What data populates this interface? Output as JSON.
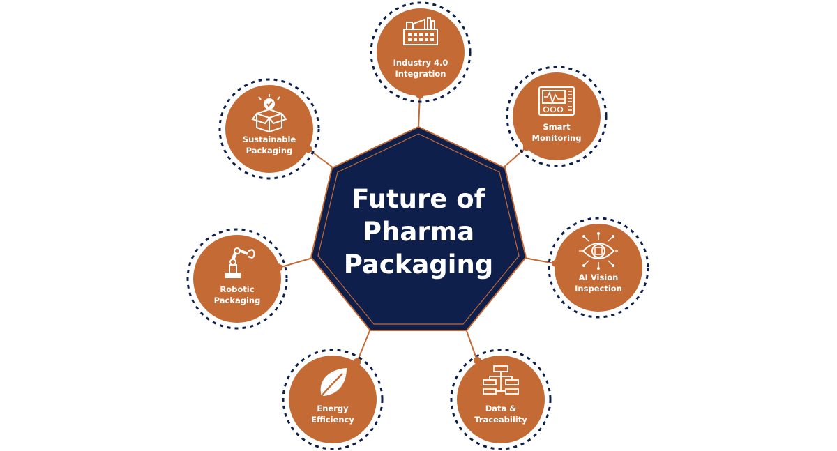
{
  "center": {
    "line1": "Future of",
    "line2": "Pharma",
    "line3": "Packaging"
  },
  "nodes": [
    {
      "id": "industry",
      "line1": "Industry 4.0",
      "line2": "Integration",
      "icon": "factory-icon"
    },
    {
      "id": "smart",
      "line1": "Smart",
      "line2": "Monitoring",
      "icon": "monitor-icon"
    },
    {
      "id": "ai",
      "line1": "AI Vision",
      "line2": "Inspection",
      "icon": "eye-chip-icon"
    },
    {
      "id": "data",
      "line1": "Data &",
      "line2": "Traceability",
      "icon": "network-icon"
    },
    {
      "id": "energy",
      "line1": "Energy",
      "line2": "Efficiency",
      "icon": "leaf-icon"
    },
    {
      "id": "robotic",
      "line1": "Robotic",
      "line2": "Packaging",
      "icon": "robot-arm-icon"
    },
    {
      "id": "sustainable",
      "line1": "Sustainable",
      "line2": "Packaging",
      "icon": "box-check-icon"
    }
  ],
  "colors": {
    "navy": "#0d1f4a",
    "orange": "#c46a35",
    "connector": "#c46a35",
    "text": "#ffffff"
  }
}
